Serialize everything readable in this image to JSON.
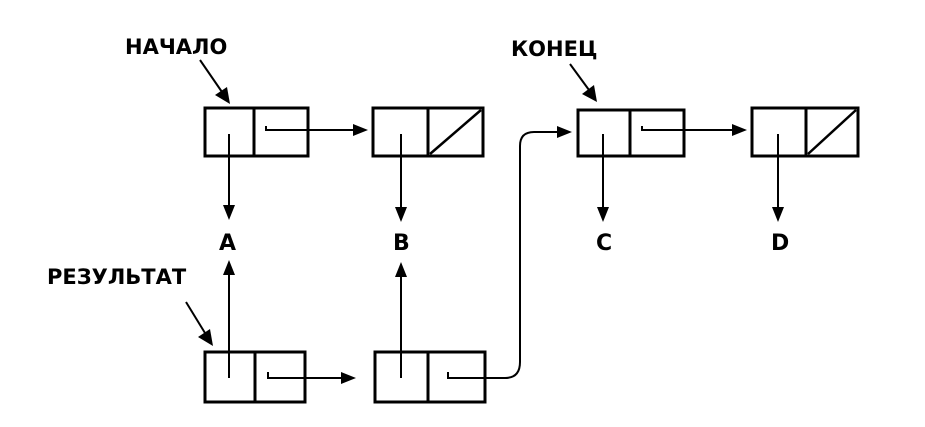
{
  "labels": {
    "start": "НАЧАЛО",
    "end": "КОНЕЦ",
    "result": "РЕЗУЛЬТАТ"
  },
  "atoms": {
    "a": "A",
    "b": "B",
    "c": "C",
    "d": "D"
  }
}
